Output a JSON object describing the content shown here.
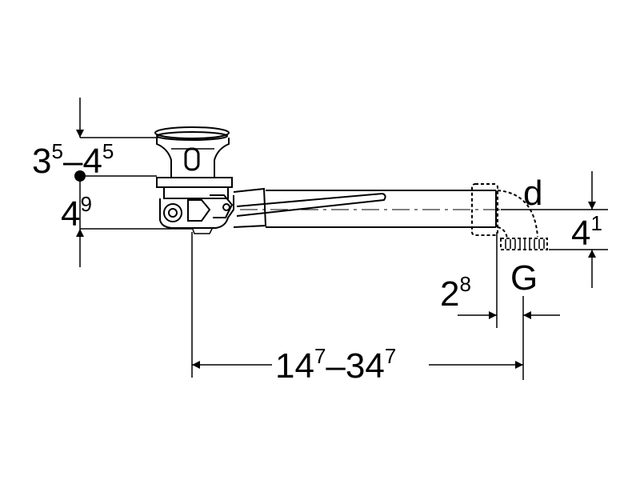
{
  "dimensions": {
    "top_range": {
      "a_base": "3",
      "a_sup": "5",
      "dash": "–",
      "b_base": "4",
      "b_sup": "5"
    },
    "left_height": {
      "base": "4",
      "sup": "9"
    },
    "right_height": {
      "base": "4",
      "sup": "1"
    },
    "offset": {
      "base": "2",
      "sup": "8"
    },
    "length_range": {
      "a_base": "14",
      "a_sup": "7",
      "dash": "–",
      "b_base": "34",
      "b_sup": "7"
    }
  },
  "labels": {
    "d": "d",
    "G": "G"
  },
  "colors": {
    "line": "#000000",
    "background": "#ffffff"
  }
}
